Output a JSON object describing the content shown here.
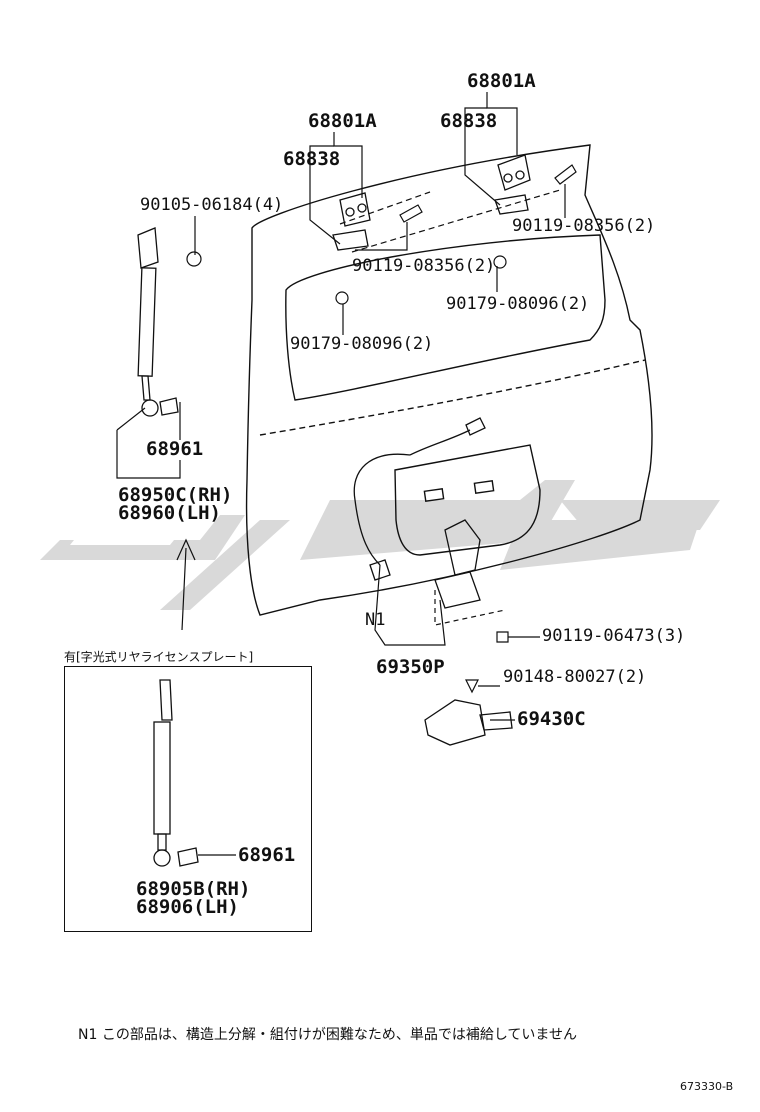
{
  "labels": {
    "p68801A_right": "68801A",
    "p68838_right": "68838",
    "p68801A_left": "68801A",
    "p68838_left": "68838",
    "p90105": "90105-06184(4)",
    "p90119_right": "90119-08356(2)",
    "p90119_mid": "90119-08356(2)",
    "p90179_right": "90179-08096(2)",
    "p90179_left": "90179-08096(2)",
    "p68961_main": "68961",
    "p68950C": "68950C(RH)",
    "p68960": "68960(LH)",
    "n1": "N1",
    "p69350P": "69350P",
    "p90119_06473": "90119-06473(3)",
    "p90148": "90148-80027(2)",
    "p69430C": "69430C",
    "p68961_inset": "68961",
    "p68905B": "68905B(RH)",
    "p68906": "68906(LH)"
  },
  "inset": {
    "title": "有[字光式リヤライセンスプレート]"
  },
  "footnote": "N1  この部品は、構造上分解・組付けが困難なため、単品では補給していません",
  "diagram_code": "673330-B",
  "colors": {
    "line": "#111111",
    "watermark": "#d9d9d9"
  }
}
